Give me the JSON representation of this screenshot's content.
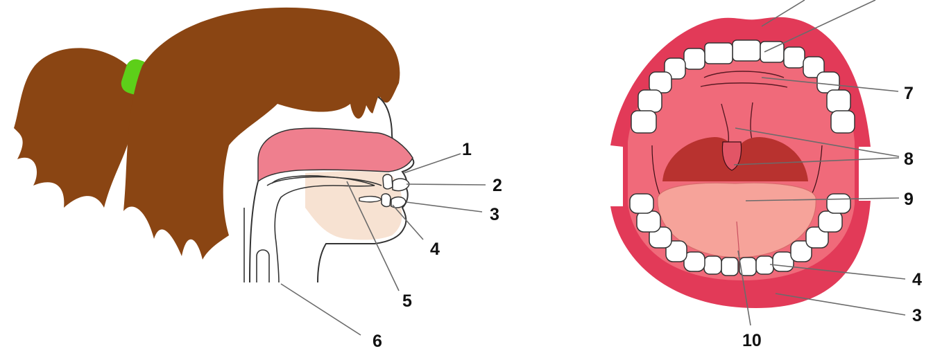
{
  "colors": {
    "hair": "#8a4513",
    "hair_band": "#5dcf19",
    "palate": "#ef7f8e",
    "lip": "#e23a58",
    "mouth_inner": "#f06a7a",
    "throat": "#b8322f",
    "tongue": "#f6a39a",
    "jaw": "#f7e2d2",
    "tooth": "#ffffff",
    "outline": "#333333",
    "leader": "#6b6b6b"
  },
  "side_view": {
    "labels": [
      "1",
      "2",
      "3",
      "4",
      "5",
      "6"
    ]
  },
  "front_view": {
    "labels": [
      "7",
      "8",
      "9",
      "4",
      "3",
      "10"
    ]
  }
}
